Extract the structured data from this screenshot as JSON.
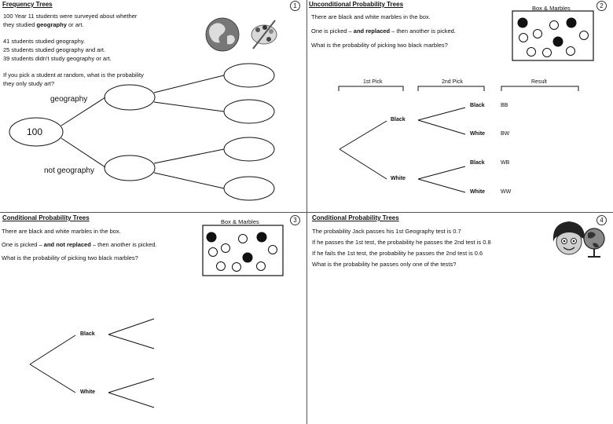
{
  "q1": {
    "title": "Frequency Trees",
    "number": "1",
    "intro_line1": "100 Year 11 students were surveyed about whether",
    "intro_line2_pre": "they studied ",
    "intro_line2_bold": "geography",
    "intro_line2_post": " or art.",
    "fact1": "41 students studied geography.",
    "fact2": "25 students studied geography and art.",
    "fact3": "39 students didn't study geography or art.",
    "question_line1": "If you pick a student at random, what is the probability",
    "question_line2": "they only study art?",
    "root_value": "100",
    "branch_top": "geography",
    "branch_bottom": "not geography"
  },
  "q2": {
    "title": "Unconditional Probability Trees",
    "number": "2",
    "line1": "There are black and white marbles in the box.",
    "line2_pre": "One is picked – ",
    "line2_bold": "and replaced",
    "line2_post": " – then another is picked.",
    "line3": "What is the probability of picking two black marbles?",
    "box_title": "Box & Marbles",
    "col1": "1st Pick",
    "col2": "2nd Pick",
    "col3": "Result",
    "first_black": "Black",
    "first_white": "White",
    "second": [
      "Black",
      "White",
      "Black",
      "White"
    ],
    "results": [
      "BB",
      "BW",
      "WB",
      "WW"
    ]
  },
  "q3": {
    "title": "Conditional Probability Trees",
    "number": "3",
    "line1": "There are black and white marbles in the box.",
    "line2_pre": "One is picked – ",
    "line2_bold": "and not replaced",
    "line2_post": " – then another is picked.",
    "line3": "What is the probability of picking two black marbles?",
    "box_title": "Box & Marbles",
    "first_black": "Black",
    "first_white": "White"
  },
  "q4": {
    "title": "Conditional Probability Trees",
    "number": "4",
    "line1": "The probability Jack passes his 1st Geography test is 0.7",
    "line2": "If he passes the 1st test, the probability he passes the 2nd test is 0.8",
    "line3": "If he fails the 1st test, the probability he passes the 2nd test is 0.6",
    "line4": "What is the probability he passes only one of the tests?"
  }
}
